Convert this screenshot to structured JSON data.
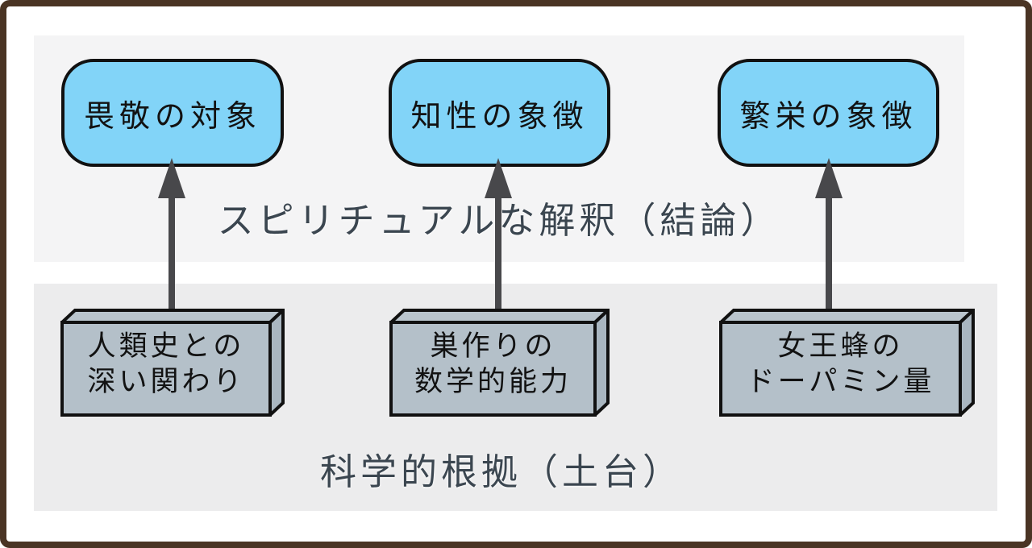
{
  "diagram": {
    "top_section": {
      "label": "スピリチュアルな解釈（結論）",
      "nodes": [
        {
          "label": "畏敬の対象"
        },
        {
          "label": "知性の象徴"
        },
        {
          "label": "繁栄の象徴"
        }
      ]
    },
    "bottom_section": {
      "label": "科学的根拠（土台）",
      "nodes": [
        {
          "lines": [
            "人類史との",
            "深い関わり"
          ]
        },
        {
          "lines": [
            "巣作りの",
            "数学的能力"
          ]
        },
        {
          "lines": [
            "女王蜂の",
            "ドーパミン量"
          ]
        }
      ]
    },
    "icons": {
      "arrow": "arrow-up-icon"
    },
    "colors": {
      "node_blue": "#82d4f8",
      "node_gray_front": "#b4c0c9",
      "node_gray_top": "#bac5cd",
      "node_gray_side": "#a9b6c0",
      "arrow": "#48484b",
      "label_text": "#3b4650",
      "panel_top": "#f4f4f5",
      "panel_bottom": "#ececed",
      "frame_brown": "#4a3424"
    }
  }
}
